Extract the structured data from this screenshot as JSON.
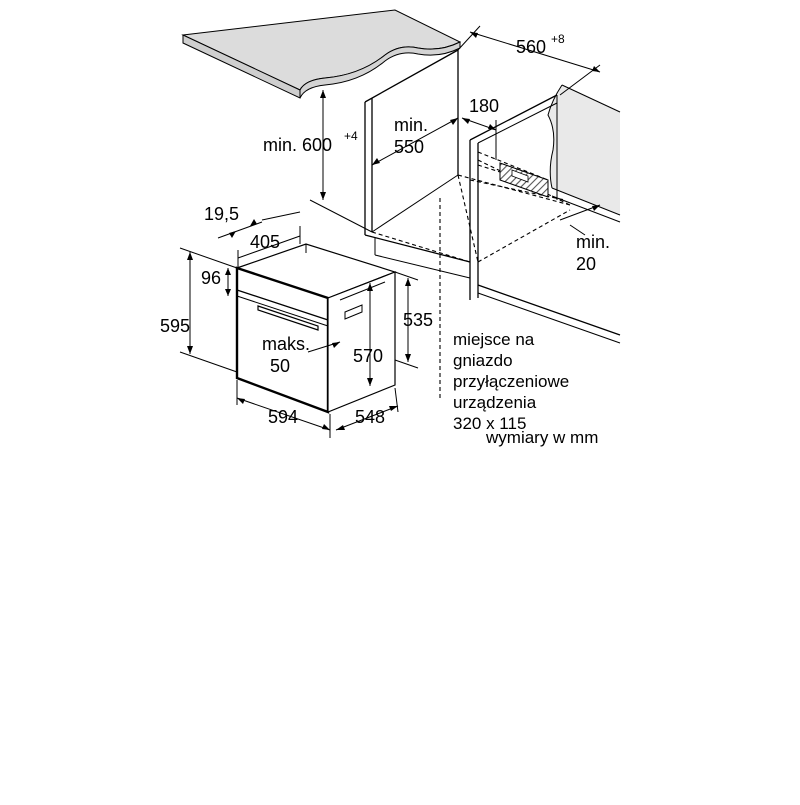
{
  "dimensions": {
    "min600_prefix": "min. 600",
    "min600_sup": "+4",
    "min550_line1": "min.",
    "min550_line2": "550",
    "w180": "180",
    "d560": "560",
    "d560_sup": "+8",
    "min20_line1": "min.",
    "min20_line2": "20",
    "d19_5": "19,5",
    "d405": "405",
    "d96": "96",
    "d595": "595",
    "maks_line1": "maks.",
    "maks_line2": "50",
    "d570": "570",
    "d535": "535",
    "d594": "594",
    "d548": "548"
  },
  "notes": {
    "socket_line1": "miejsce na",
    "socket_line2": "gniazdo",
    "socket_line3": "przyłączeniowe",
    "socket_line4": "urządzenia",
    "socket_line5": "320 x 115",
    "units": "wymiary w mm"
  },
  "colors": {
    "countertop": "#dcdcdc",
    "wall": "#e9e9e9",
    "socket_hatch": "#7a7a7a",
    "line": "#000000"
  }
}
